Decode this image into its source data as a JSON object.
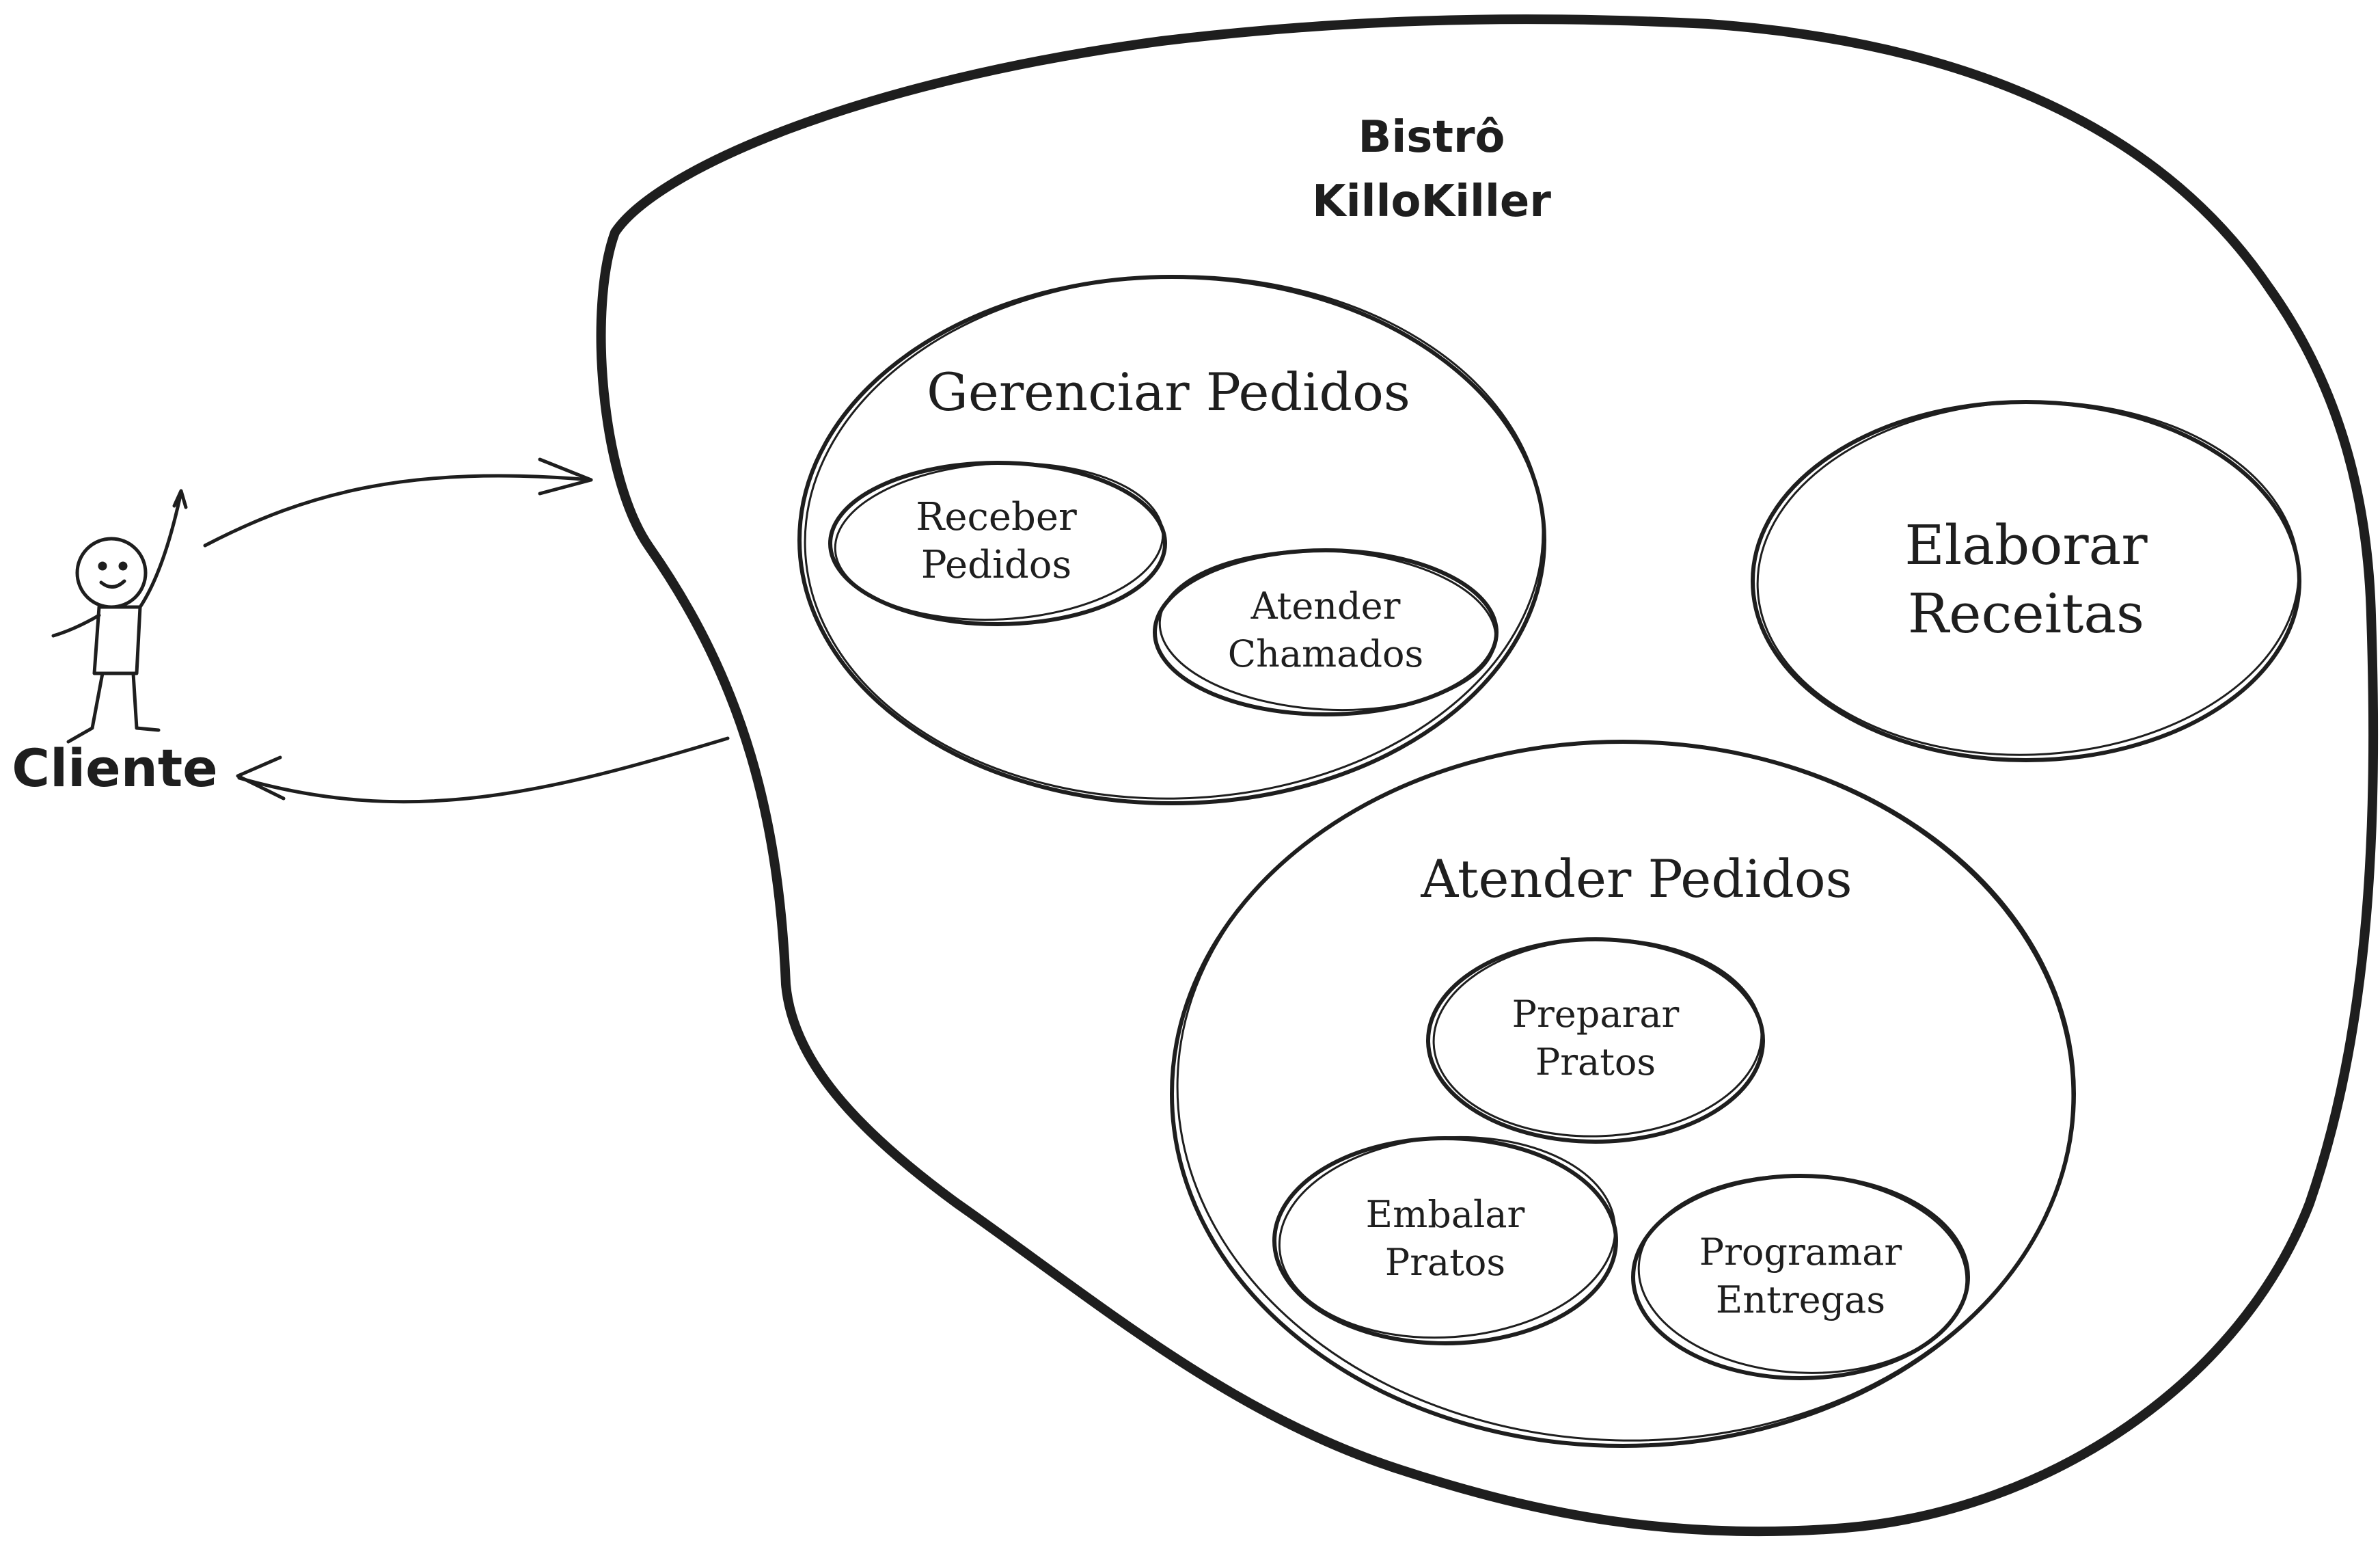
{
  "system": {
    "title_line1": "Bistrô",
    "title_line2": "KilloKiller"
  },
  "actor": {
    "label": "Cliente"
  },
  "groups": {
    "gerenciar": {
      "title": "Gerenciar Pedidos",
      "receber": {
        "line1": "Receber",
        "line2": "Pedidos"
      },
      "chamados": {
        "line1": "Atender",
        "line2": "Chamados"
      }
    },
    "elaborar": {
      "line1": "Elaborar",
      "line2": "Receitas"
    },
    "atender": {
      "title": "Atender Pedidos",
      "preparar": {
        "line1": "Preparar",
        "line2": "Pratos"
      },
      "embalar": {
        "line1": "Embalar",
        "line2": "Pratos"
      },
      "programar": {
        "line1": "Programar",
        "line2": "Entregas"
      }
    }
  },
  "colors": {
    "stroke": "#1e1e1e",
    "background": "#ffffff"
  }
}
